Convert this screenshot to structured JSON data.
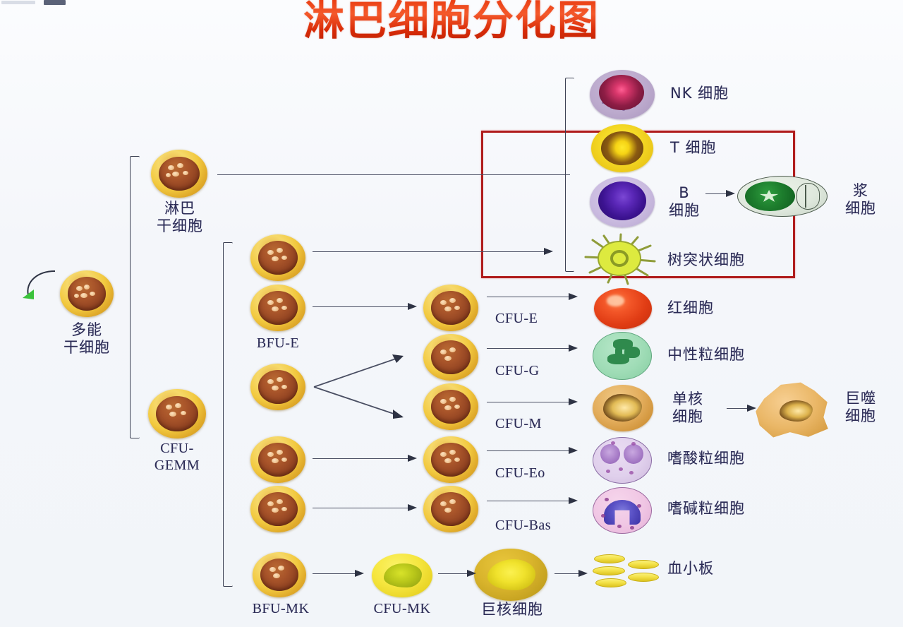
{
  "title": "淋巴细胞分化图",
  "colors": {
    "title_red": "#d92b08",
    "highlight_box_red": "#b01d1d",
    "background": "#f4f6fa",
    "line": "#4a4f63",
    "label_text": "#2b2b55"
  },
  "chrome": {
    "fragment_note": ""
  },
  "stem_cells": {
    "pluripotent": {
      "label": "多能\n干细胞"
    },
    "lymphoid": {
      "label": "淋巴\n干细胞"
    },
    "cfu_gemm": {
      "label": "CFU-\nGEMM"
    }
  },
  "progenitors_col1": [
    {
      "label": "BFU-E",
      "name": "bfu-e"
    },
    {
      "label": "",
      "name": "gm-progenitor"
    },
    {
      "label": "",
      "name": "eo-progenitor"
    },
    {
      "label": "",
      "name": "bas-progenitor"
    },
    {
      "label": "BFU-MK",
      "name": "bfu-mk"
    }
  ],
  "progenitors_col2": [
    {
      "label": "CFU-E",
      "name": "cfu-e"
    },
    {
      "label": "CFU-G",
      "name": "cfu-g"
    },
    {
      "label": "CFU-M",
      "name": "cfu-m"
    },
    {
      "label": "CFU-Eo",
      "name": "cfu-eo"
    },
    {
      "label": "CFU-Bas",
      "name": "cfu-bas"
    },
    {
      "label": "CFU-MK",
      "name": "cfu-mk"
    }
  ],
  "megakaryocyte": {
    "label": "巨核细胞"
  },
  "mature_cells": [
    {
      "name": "nk-cell",
      "label": "NK 细胞"
    },
    {
      "name": "t-cell",
      "label": "T 细胞"
    },
    {
      "name": "b-cell",
      "label": "B\n细胞"
    },
    {
      "name": "plasma-cell",
      "label": "浆\n细胞"
    },
    {
      "name": "dendritic-cell",
      "label": "树突状细胞"
    },
    {
      "name": "erythrocyte",
      "label": "红细胞"
    },
    {
      "name": "neutrophil",
      "label": "中性粒细胞"
    },
    {
      "name": "monocyte",
      "label": "单核\n细胞"
    },
    {
      "name": "macrophage",
      "label": "巨噬\n细胞"
    },
    {
      "name": "eosinophil",
      "label": "嗜酸粒细胞"
    },
    {
      "name": "basophil",
      "label": "嗜碱粒细胞"
    },
    {
      "name": "platelet",
      "label": "血小板"
    }
  ]
}
